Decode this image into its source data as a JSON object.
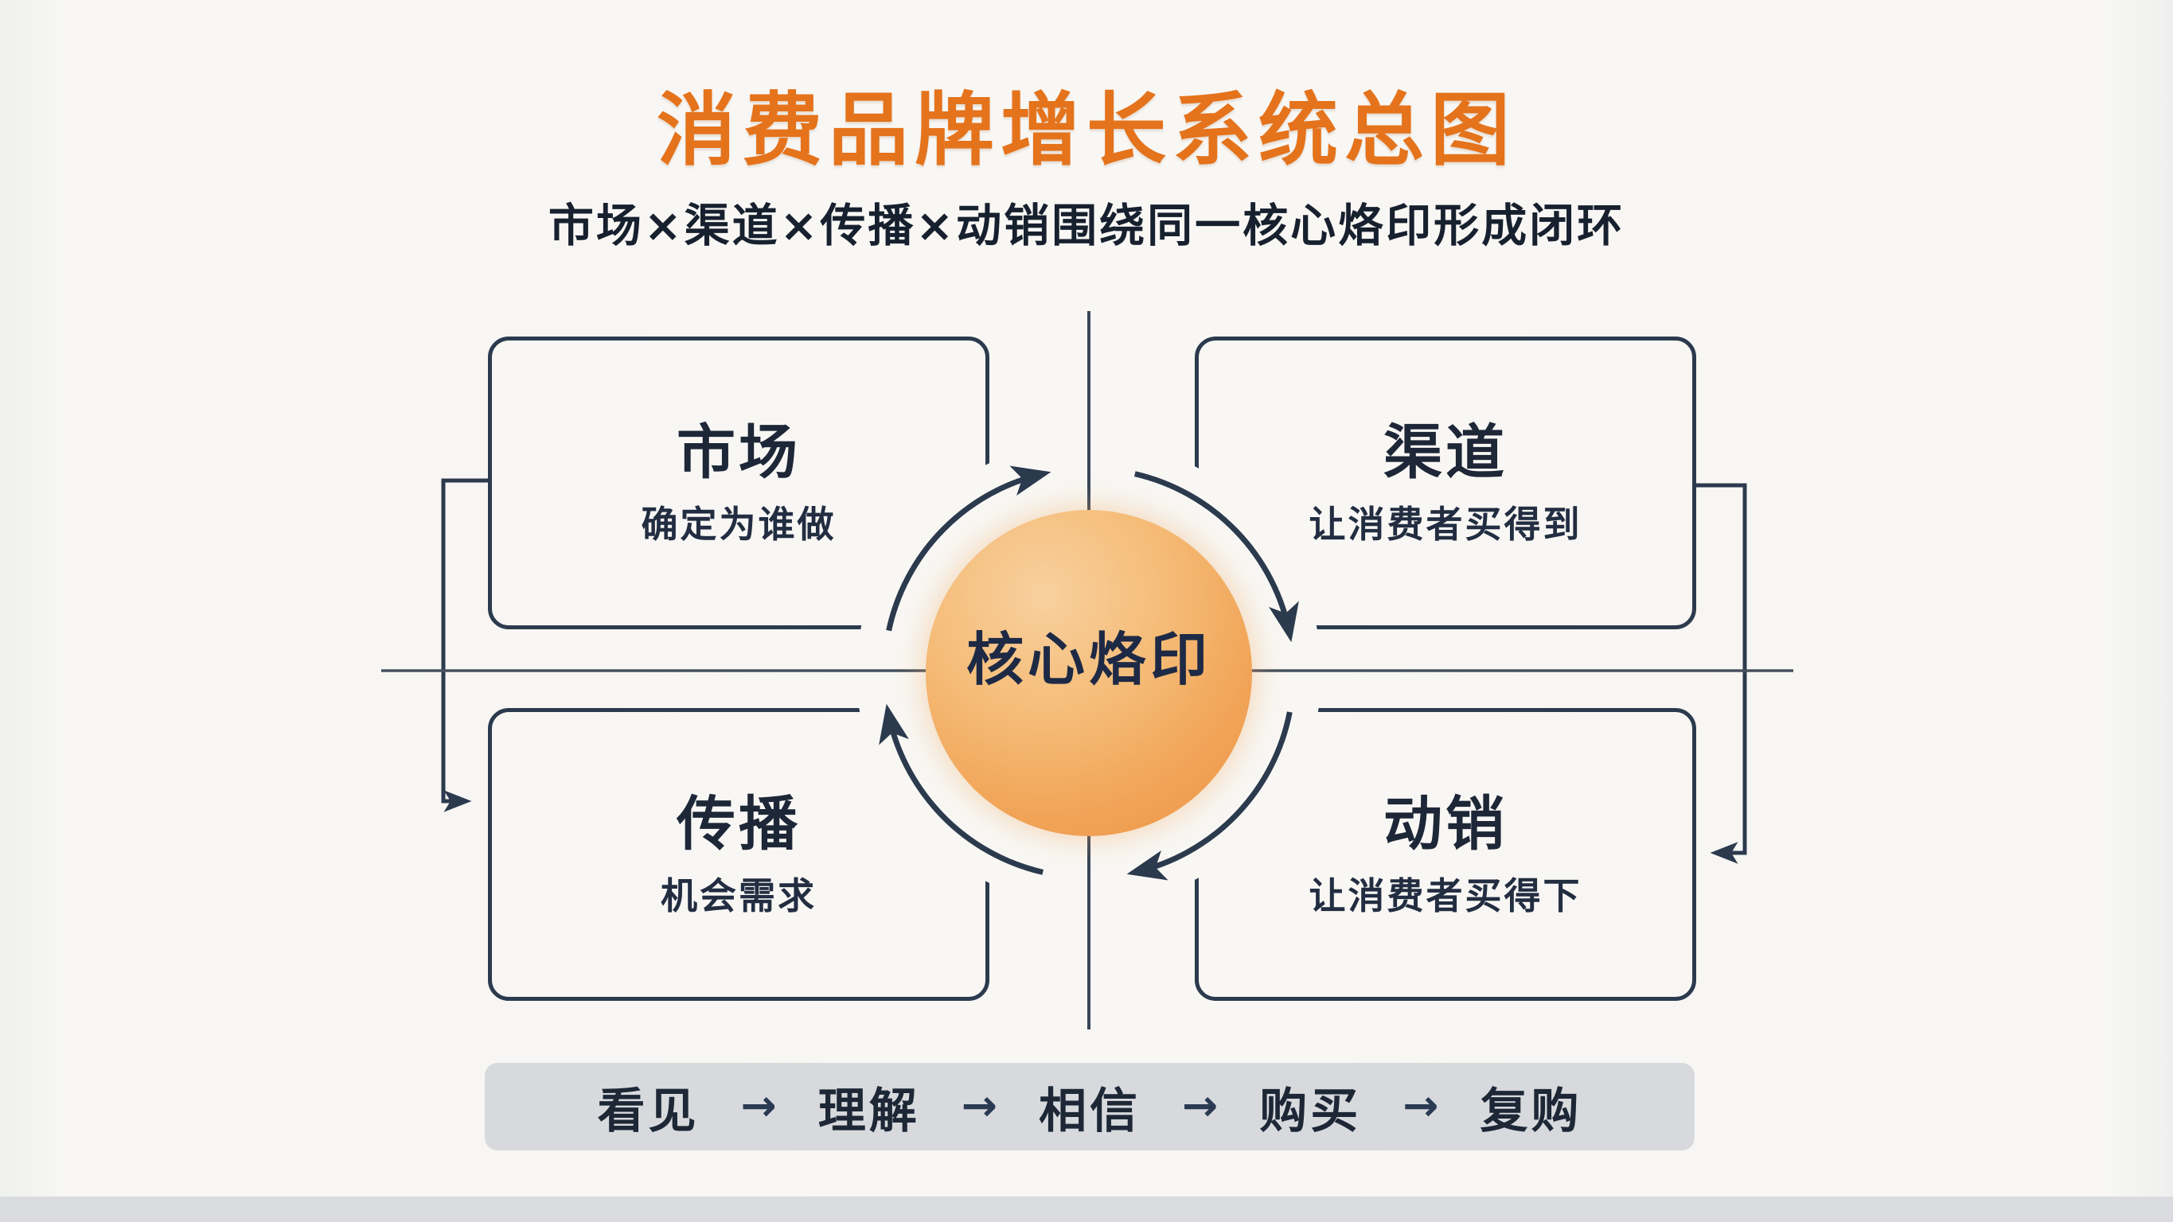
{
  "title": "消费品牌增长系统总图",
  "subtitle": "市场×渠道×传播×动销围绕同一核心烙印形成闭环",
  "center": {
    "label": "核心烙印"
  },
  "quadrants": [
    {
      "id": "market",
      "title": "市场",
      "desc": "确定为谁做",
      "position": "top-left"
    },
    {
      "id": "channel",
      "title": "渠道",
      "desc": "让消费者买得到",
      "position": "top-right"
    },
    {
      "id": "communication",
      "title": "传播",
      "desc": "机会需求",
      "position": "bottom-left"
    },
    {
      "id": "sales",
      "title": "动销",
      "desc": "让消费者买得下",
      "position": "bottom-right"
    }
  ],
  "cycle": {
    "direction": "clockwise",
    "arrow_count": 4
  },
  "funnel": {
    "steps": [
      "看见",
      "理解",
      "相信",
      "购买",
      "复购"
    ],
    "arrow": "→"
  },
  "colors": {
    "title_orange": "#e4731c",
    "core_circle_light": "#f8d09e",
    "core_circle_deep": "#ee9347",
    "line_navy": "#2c3a4e",
    "text_dark": "#1d2737",
    "funnel_bar_gray": "#d7d9dd",
    "background": "#f8f7f4"
  }
}
